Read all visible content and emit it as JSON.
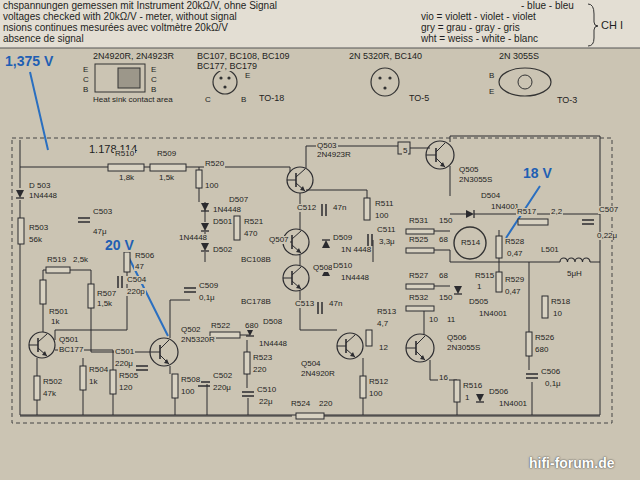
{
  "diagram": {
    "labels": [
      "chspannungen gemessen mit Instrument 20kΩ/V, ohne Signal",
      "voltages checked with 20kΩ/V - meter, without signal",
      "nsions continues mesurées avec voltmètre 20kΩ/V",
      "absence de signal",
      "- blue - bleu",
      "vio = violett - violet - violet",
      "gry = grau - gray - gris",
      "wht = weiss - white - blanc",
      "CH I",
      "1,375 V",
      "2N4920R, 2N4923R",
      "E",
      "C",
      "B",
      "E",
      "C",
      "B",
      "Heat sink contact area",
      "BC107, BC108, BC109",
      "BC177, BC179",
      "E",
      "C",
      "B",
      "TO-18",
      "2N 5320R, BC140",
      "TO-5",
      "2N 3055S",
      "B",
      "E",
      "TO-3",
      "1.178.114",
      "R510",
      "1,8k",
      "R509",
      "1,5k",
      "R520",
      "100",
      "Q503",
      "2N4923R",
      "5",
      "Q505",
      "2N3055S",
      "18 V",
      "D 503",
      "1N4448",
      "C503",
      "47μ",
      "D507",
      "1N4448",
      "C512",
      "47n",
      "R511",
      "100",
      "D504",
      "1N4001",
      "R517",
      "2,2",
      "C507",
      "0,22μ",
      "R503",
      "56k",
      "D501",
      "1N4448",
      "D502",
      "R521",
      "470",
      "Q507",
      "D509",
      "1N 4448",
      "C511",
      "3,3μ",
      "R531",
      "150",
      "R525",
      "68",
      "R514",
      "R528",
      "0,47",
      "L501",
      "5μH",
      "R519",
      "2,5k",
      "20 V",
      "R506",
      "47",
      "BC108B",
      "Q508",
      "D510",
      "1N4448",
      "R527",
      "68",
      "R515",
      "1",
      "R529",
      "0,47",
      "R518",
      "10",
      "R501",
      "1k",
      "R507",
      "1,5k",
      "C504",
      "220p",
      "C509",
      "0,1μ",
      "BC178B",
      "C513",
      "47n",
      "R532",
      "150",
      "D505",
      "1N4001",
      "10",
      "11",
      "R513",
      "4,7",
      "Q501",
      "BC177",
      "Q502",
      "2N5320R",
      "R522",
      "680",
      "D508",
      "1N4448",
      "Q504",
      "2N4920R",
      "12",
      "Q506",
      "2N3055S",
      "R526",
      "680",
      "C506",
      "0,1μ",
      "C501",
      "220μ",
      "R523",
      "220",
      "16",
      "C510",
      "22μ",
      "R512",
      "100",
      "R516",
      "1",
      "D506",
      "1N4001",
      "R502",
      "47k",
      "R504",
      "1k",
      "R505",
      "120",
      "R508",
      "100",
      "C502",
      "220μ",
      "R524",
      "220",
      "hifi-forum.de"
    ]
  }
}
